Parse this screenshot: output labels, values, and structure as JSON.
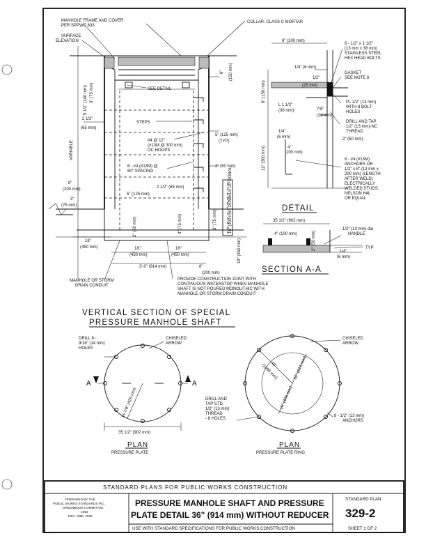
{
  "main_section": {
    "title_line1": "VERTICAL SECTION OF SPECIAL",
    "title_line2": "PRESSURE MANHOLE SHAFT",
    "labels": {
      "frame_cover_1": "MANHOLE FRAME AND COVER",
      "frame_cover_2": "PER SPPWC 633",
      "collar": "COLLAR, CLASS C MORTAR",
      "surface_1": "SURFACE",
      "surface_2": "ELEVATION",
      "see_detail": "SEE DETAIL",
      "steps": "STEPS",
      "hoops_1": "#4 @ 12\"",
      "hoops_2": "(#13M @ 300 mm)",
      "hoops_3": "OC HOOPS",
      "bars_1": "6 - #4 (#13M) @",
      "bars_2": "60° SPACING",
      "variable": "VARIABLE",
      "dim_6in_150": "6\"",
      "dim_150mm": "(150 mm)",
      "dim_5_5_in": "5 1/2\" (140 mm)",
      "dim_3in_75": "3\" (75 mm)",
      "dim_2_5_in": "2 1/2\"",
      "dim_65mm": "(65 mm)",
      "dim_5in_typ_1": "5\" (125 mm)",
      "dim_5in_typ_2": "(TYP)",
      "dim_2in_50": "2\" (50 mm)",
      "dim_2_5_65": "2 1/2\" (65 mm)",
      "dim_5in_125": "5\" (125 mm)",
      "dim_8in": "8\"",
      "dim_200mm": "(200 mm)",
      "dim_3in": "3\"",
      "dim_75mm": "(75 mm)",
      "dim_2in_50v": "2\" (50 mm)",
      "dim_3in_75v": "3\" (75 mm)",
      "dim_18in": "18\"",
      "dim_450mm": "(450 mm)",
      "dim_18_a": "18\"",
      "dim_450_a": "(450 mm)",
      "dim_18_b": "18\"",
      "dim_450_b": "(450 mm)",
      "dim_3ft": "3'-0\" (914 mm)",
      "dim_8_200": "8\"",
      "dim_200_b": "(200 mm)",
      "dim_18v": "18\" (450 mm)",
      "dim_16v": "16\" (400 mm) DOWELS OPTIONAL",
      "dim_3v": "3\" (75 mm)",
      "drain_1": "MANHOLE OR STORM",
      "drain_2": "DRAIN CONDUIT",
      "joint_1": "PROVIDE CONSTRUCTION JOINT WITH",
      "joint_2": "CONTINUOUS WATERSTOP WHEN MANHOLE",
      "joint_3": "SHAFT IS NOT POURED MONOLITHIC WITH",
      "joint_4": "MANHOLE OR STORM DRAIN CONDUIT"
    }
  },
  "detail": {
    "title": "DETAIL",
    "labels": {
      "d8": "8\" (200 mm)",
      "bolts_1": "6 - 1/2\" x 1 1/2\"",
      "bolts_2": "(13 mm x 38 mm)",
      "bolts_3": "STAINLESS STEEL",
      "bolts_4": "HEX HEAD BOLTS",
      "gasket_1": "GASKET",
      "gasket_2": "SEE NOTE 6",
      "d14": "1/4\" (6 mm)",
      "d12": "1/2\"",
      "d25": "(25 mm)",
      "d6v": "6\" (150 mm)",
      "plate_1": "PL 1/2\" (13 mm)",
      "plate_2": "WITH 8 BOLT",
      "plate_3": "HOLES",
      "l_1": "L 1 1/2\"",
      "l_2": "(38 mm)",
      "d78": "7/8\"",
      "d22": "(22 mm)",
      "drill_1": "DRILL AND TAP",
      "drill_2": "1/2\" (13 mm)-NC",
      "drill_3": "THREAD",
      "d2": "2\" (50 mm)",
      "d12v": "12\" (300 mm)",
      "d14b": "1/4\"",
      "d6mm": "(6 mm)",
      "d4": "4\"",
      "d100": "(100 mm)",
      "anch_1": "8 - #4 (#13M)",
      "anch_2": "ANCHORS OR",
      "anch_3": "1/2\" x 8\" (13 mm x",
      "anch_4": "200 mm) (LENGTH",
      "anch_5": "AFTER WELD)",
      "anch_6": "ELECTRICALLY",
      "anch_7": "WELDED STUDS,",
      "anch_8": "NELSON H4L",
      "anch_9": "OR EQUAL"
    }
  },
  "section_aa": {
    "title": "SECTION A-A",
    "labels": {
      "d35": "35 1/2\" (902 mm)",
      "d4": "4\" (100 mm)",
      "d2": "2\" (50 mm)",
      "handle_1": "1/2\" (13 mm) dia",
      "handle_2": "HANDLE",
      "typ": "TYP",
      "d14": "1/4\"",
      "d6": "(6 mm)"
    }
  },
  "plan_plate": {
    "title": "PLAN",
    "subtitle": "PRESSURE PLATE",
    "labels": {
      "drill_1": "DRILL 8 -",
      "drill_2": "9/16\" (14 mm)",
      "drill_3": "HOLES",
      "arrow_1": "CHISELED",
      "arrow_2": "ARROW",
      "a_left": "A",
      "a_right": "A",
      "radius": "16 7/8\" (429 mm)",
      "diam": "35 1/2\" (902 mm)"
    }
  },
  "plan_ring": {
    "title": "PLAN",
    "subtitle": "PRESSURE PLATE RING",
    "labels": {
      "arrow_1": "CHISELED",
      "arrow_2": "ARROW",
      "r42": "42\"",
      "r1066": "(1066 mm)",
      "r32": "32\" (814 mm)",
      "r16": "16\" (406 mm)",
      "drill_1": "DRILL AND",
      "drill_2": "TAP STD.",
      "drill_3": "1/2\" (13 mm)",
      "drill_4": "THREAD",
      "drill_5": "- 8 HOLES",
      "anch_1": "8 - 1/2\" (13 mm)",
      "anch_2": "ANCHORS"
    }
  },
  "title_block": {
    "header": "STANDARD PLANS FOR PUBLIC WORKS CONSTRUCTION",
    "prep_1": "PREPARED BY THE",
    "prep_2": "PUBLIC WORKS STANDARDS INC.",
    "prep_3": "GREENBOOK COMMITTEE",
    "prep_4": "1993",
    "prep_5": "REV. 1996, 2009",
    "title_1": "PRESSURE MANHOLE SHAFT AND PRESSURE",
    "title_2": "PLATE DETAIL 36\" (914 mm) WITHOUT REDUCER",
    "use_with": "USE WITH STANDARD SPECIFICATIONS FOR PUBLIC WORKS CONSTRUCTION",
    "plan_label": "STANDARD PLAN",
    "plan_number": "329-2",
    "sheet": "SHEET 1 OF 2"
  }
}
